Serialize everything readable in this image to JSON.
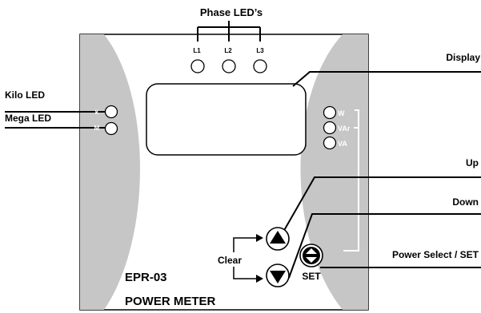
{
  "labels": {
    "phase_leds": "Phase LED’s",
    "display": "Display",
    "kilo_led": "Kilo LED",
    "mega_led": "Mega LED",
    "up": "Up",
    "down": "Down",
    "power_select": "Power Select / SET",
    "clear": "Clear"
  },
  "phase_led_labels": [
    "L1",
    "L2",
    "L3"
  ],
  "unit_led_labels": [
    "W",
    "VAr",
    "VA"
  ],
  "scale_led_labels": [
    "k",
    "M"
  ],
  "panel": {
    "set_label": "SET",
    "model": "EPR-03",
    "name": "POWER METER"
  },
  "colors": {
    "panel_grey": "#c6c6c6",
    "outline": "#000000",
    "background": "#ffffff"
  }
}
